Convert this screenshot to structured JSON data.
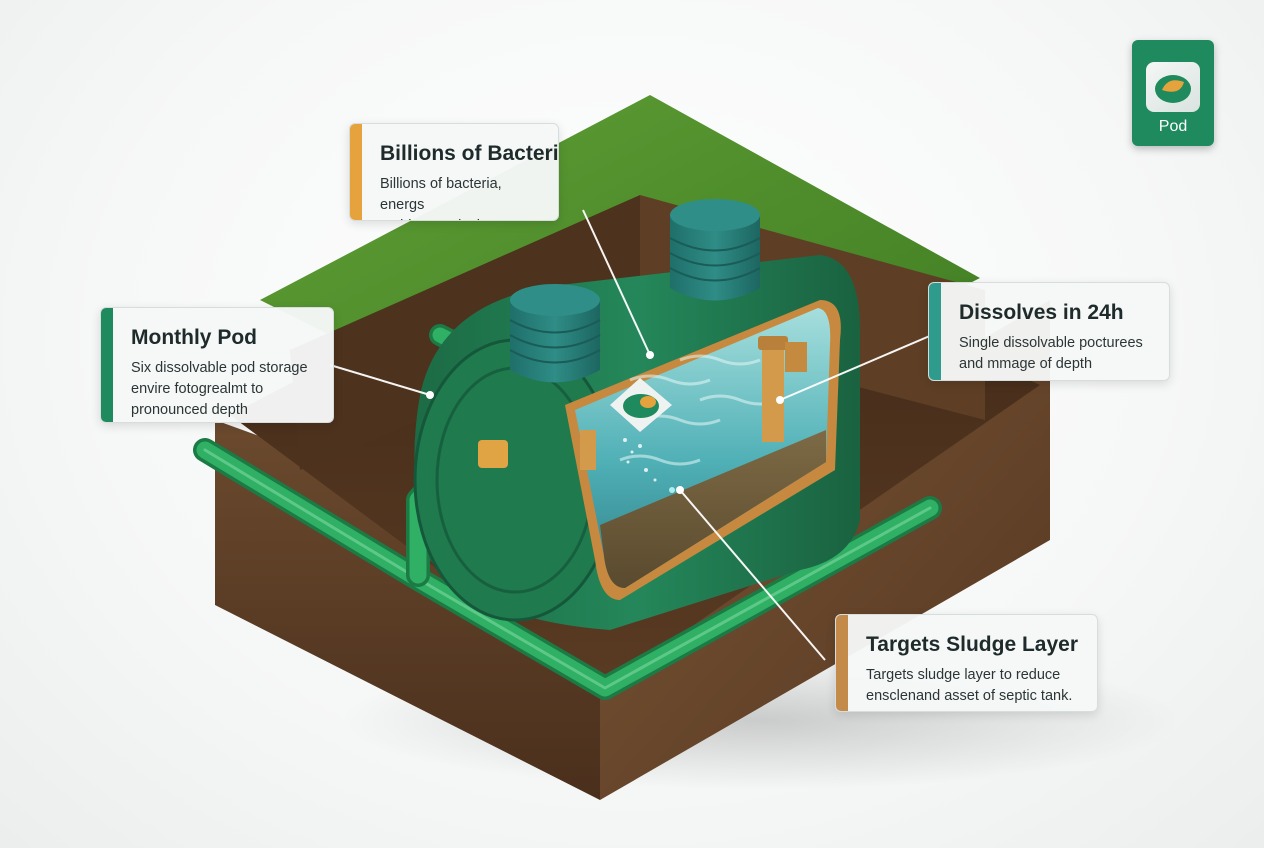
{
  "colors": {
    "grass": "#4f8f2c",
    "soil": "#5b3b23",
    "tank_green": "#1e7a4f",
    "pipe_green": "#2aa55f",
    "water": "#6fc6c8",
    "accent_orange": "#e6a23c",
    "accent_green": "#1f8a5d",
    "accent_teal": "#2e9b8c",
    "accent_brown": "#c48a4a"
  },
  "badge": {
    "label": "Pod",
    "icon": "pod-packet-icon"
  },
  "callouts": {
    "bacteria": {
      "title": "Billions of Bacteria",
      "desc": "Billions of bacteria, energs\nambient occlusion shadows"
    },
    "monthly": {
      "title": "Monthly Pod",
      "desc": "Six dissolvable pod storage\nenvire fotogrealmt to\npronounced depth"
    },
    "dissolves": {
      "title": "Dissolves in 24h",
      "desc": "Single dissolvable pocturees\nand mmage of depth"
    },
    "sludge": {
      "title": "Targets Sludge Layer",
      "desc": "Targets sludge layer to reduce\nensclenand asset of septic tank."
    }
  }
}
